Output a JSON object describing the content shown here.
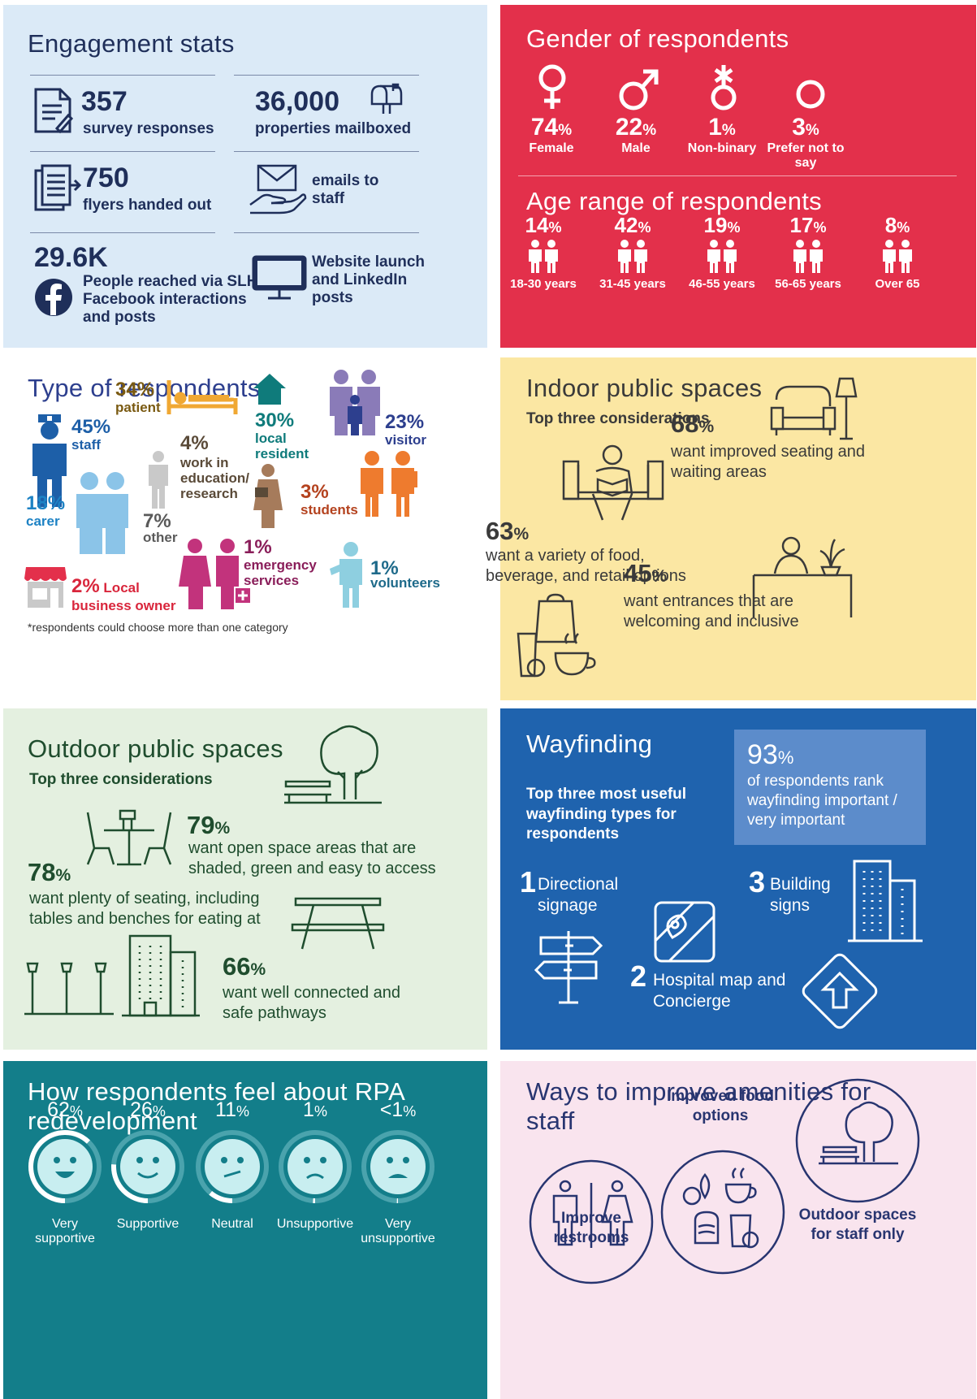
{
  "engagement": {
    "title": "Engagement stats",
    "survey": {
      "value": "357",
      "label": "survey responses"
    },
    "mailboxed": {
      "value": "36,000",
      "label": "properties mailboxed"
    },
    "flyers": {
      "value": "750",
      "label": "flyers handed out"
    },
    "emails": {
      "label": "emails to staff"
    },
    "facebook": {
      "value": "29.6K",
      "label": "People reached via SLHD Facebook interactions and posts"
    },
    "website": {
      "label": "Website launch and LinkedIn posts"
    }
  },
  "gender": {
    "title": "Gender of respondents",
    "items": [
      {
        "value": "74",
        "unit": "%",
        "label": "Female"
      },
      {
        "value": "22",
        "unit": "%",
        "label": "Male"
      },
      {
        "value": "1",
        "unit": "%",
        "label": "Non-binary"
      },
      {
        "value": "3",
        "unit": "%",
        "label": "Prefer not to say"
      }
    ]
  },
  "age": {
    "title": "Age range of respondents",
    "items": [
      {
        "value": "14",
        "unit": "%",
        "label": "18-30 years"
      },
      {
        "value": "42",
        "unit": "%",
        "label": "31-45 years"
      },
      {
        "value": "19",
        "unit": "%",
        "label": "46-55 years"
      },
      {
        "value": "17",
        "unit": "%",
        "label": "56-65 years"
      },
      {
        "value": "8",
        "unit": "%",
        "label": "Over 65"
      }
    ]
  },
  "type": {
    "title": "Type of respondents",
    "staff": {
      "value": "45%",
      "label": "staff"
    },
    "patient": {
      "value": "34%",
      "label": "patient"
    },
    "local": {
      "value": "30%",
      "label": "local resident"
    },
    "visitor": {
      "value": "23%",
      "label": "visitor"
    },
    "carer": {
      "value": "18%",
      "label": "carer"
    },
    "education": {
      "value": "4%",
      "label": "work in education/ research"
    },
    "students": {
      "value": "3%",
      "label": "students"
    },
    "other": {
      "value": "7%",
      "label": "other"
    },
    "emergency": {
      "value": "1%",
      "label": "emergency services"
    },
    "volunteers": {
      "value": "1%",
      "label": "volunteers"
    },
    "business": {
      "value": "2%",
      "label": "Local business owner"
    },
    "footnote": "*respondents could choose more than one category",
    "colors": {
      "staff": "#1d5fa8",
      "patient": "#7a5a12",
      "local": "#0f7b7b",
      "visitor": "#2d3f8e",
      "carer": "#1d82c4",
      "education": "#5a4a38",
      "students": "#b4421e",
      "emergency": "#8a1e5a",
      "volunteers": "#1e6a8a",
      "business": "#d9263c"
    }
  },
  "indoor": {
    "title": "Indoor public spaces",
    "subtitle": "Top three considerations",
    "items": [
      {
        "value": "68",
        "unit": "%",
        "text": "want improved seating and waiting areas"
      },
      {
        "value": "63",
        "unit": "%",
        "text": "want a variety of food, beverage, and retail options"
      },
      {
        "value": "45",
        "unit": "%",
        "text": "want entrances that are welcoming and inclusive"
      }
    ]
  },
  "outdoor": {
    "title": "Outdoor public spaces",
    "subtitle": "Top three considerations",
    "items": [
      {
        "value": "79",
        "unit": "%",
        "text": "want open space areas that are shaded, green and easy to access"
      },
      {
        "value": "78",
        "unit": "%",
        "text": "want plenty of seating, including tables and benches for eating at"
      },
      {
        "value": "66",
        "unit": "%",
        "text": "want well connected and safe pathways"
      }
    ]
  },
  "wayfinding": {
    "title": "Wayfinding",
    "intro": "Top three most useful wayfinding types for respondents",
    "highlight": {
      "value": "93",
      "unit": "%",
      "text": "of respondents rank wayfinding important / very important"
    },
    "items": [
      {
        "rank": "1",
        "label": "Directional signage"
      },
      {
        "rank": "2",
        "label": "Hospital map and Concierge"
      },
      {
        "rank": "3",
        "label": "Building signs"
      }
    ]
  },
  "feel": {
    "title": "How respondents feel about RPA redevelopment",
    "items": [
      {
        "value": "62",
        "unit": "%",
        "label": "Very supportive",
        "fraction": 0.62
      },
      {
        "value": "26",
        "unit": "%",
        "label": "Supportive",
        "fraction": 0.26
      },
      {
        "value": "11",
        "unit": "%",
        "label": "Neutral",
        "fraction": 0.11
      },
      {
        "value": "1",
        "unit": "%",
        "label": "Unsupportive",
        "fraction": 0.01
      },
      {
        "value": "<1",
        "unit": "%",
        "label": "Very unsupportive",
        "fraction": 0.005
      }
    ]
  },
  "amenities": {
    "title": "Ways to improve amenities for staff",
    "restrooms": "Improve restrooms",
    "food": "Improved food options",
    "outdoor": "Outdoor spaces for staff only"
  }
}
